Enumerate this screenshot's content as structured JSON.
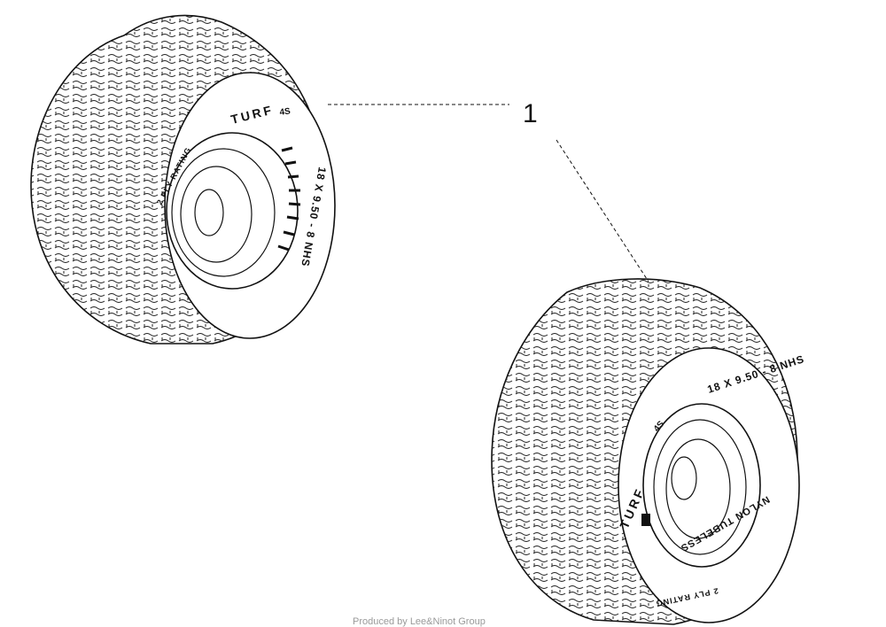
{
  "callout": {
    "label": "1"
  },
  "tire_upper": {
    "brand": "TURF",
    "code": "4S",
    "rating": "2 PLY RATING",
    "size": "18 X 9.50 - 8 NHS"
  },
  "tire_lower": {
    "brand": "TURF",
    "code": "4S",
    "rating": "2 PLY RATING",
    "size": "18 X 9.50 - 8 NHS",
    "construction": "NYLON TUBELESS"
  },
  "footer": {
    "text": "Produced by Lee&Ninot Group"
  },
  "colors": {
    "ink": "#111111",
    "background": "#ffffff",
    "footer": "#9a9a9a"
  }
}
